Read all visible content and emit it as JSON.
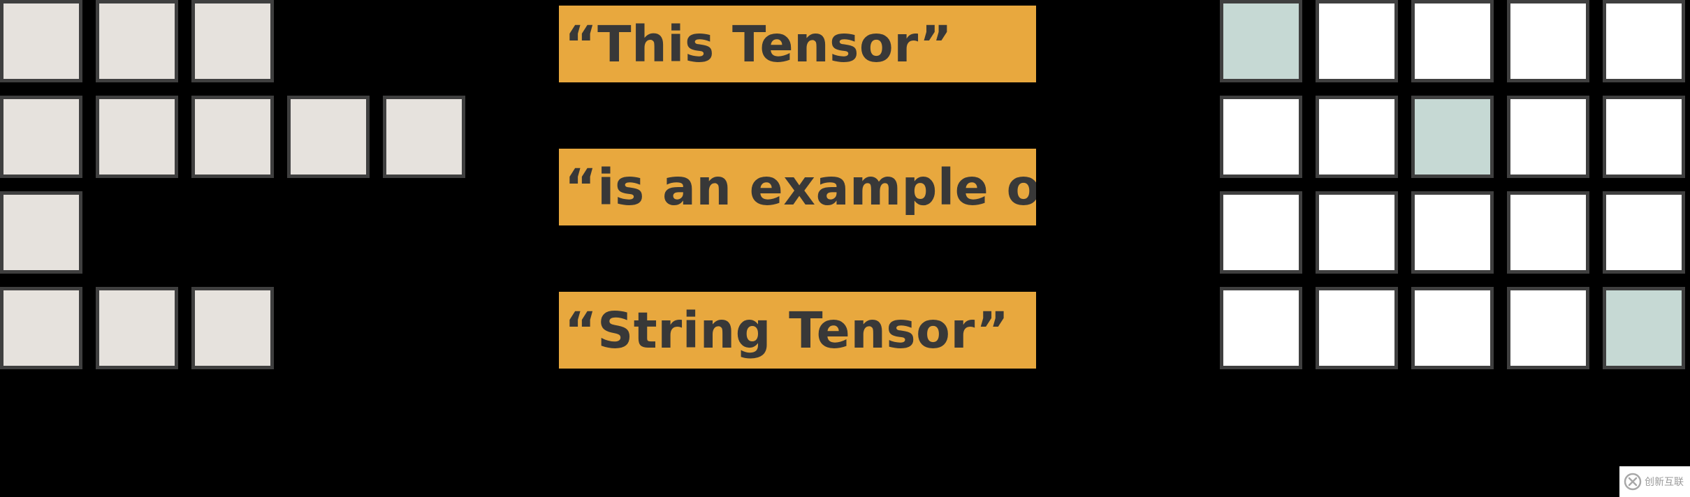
{
  "ragged_tensor": {
    "row_lengths": [
      3,
      5,
      1,
      3
    ],
    "cell_color": "#e6e2dd"
  },
  "string_tensor": {
    "items": [
      "“This Tensor”",
      "“is an example of”",
      "“String Tensor”"
    ],
    "box_color": "#e8a83e",
    "text_color": "#383838"
  },
  "sparse_tensor": {
    "rows": 4,
    "cols": 5,
    "filled_cells": [
      [
        0,
        0
      ],
      [
        1,
        2
      ],
      [
        3,
        4
      ]
    ],
    "filled_color": "#c6d9d4",
    "empty_color": "#ffffff"
  },
  "watermark": {
    "icon": "x-circle-logo-icon",
    "text": "创新互联"
  }
}
